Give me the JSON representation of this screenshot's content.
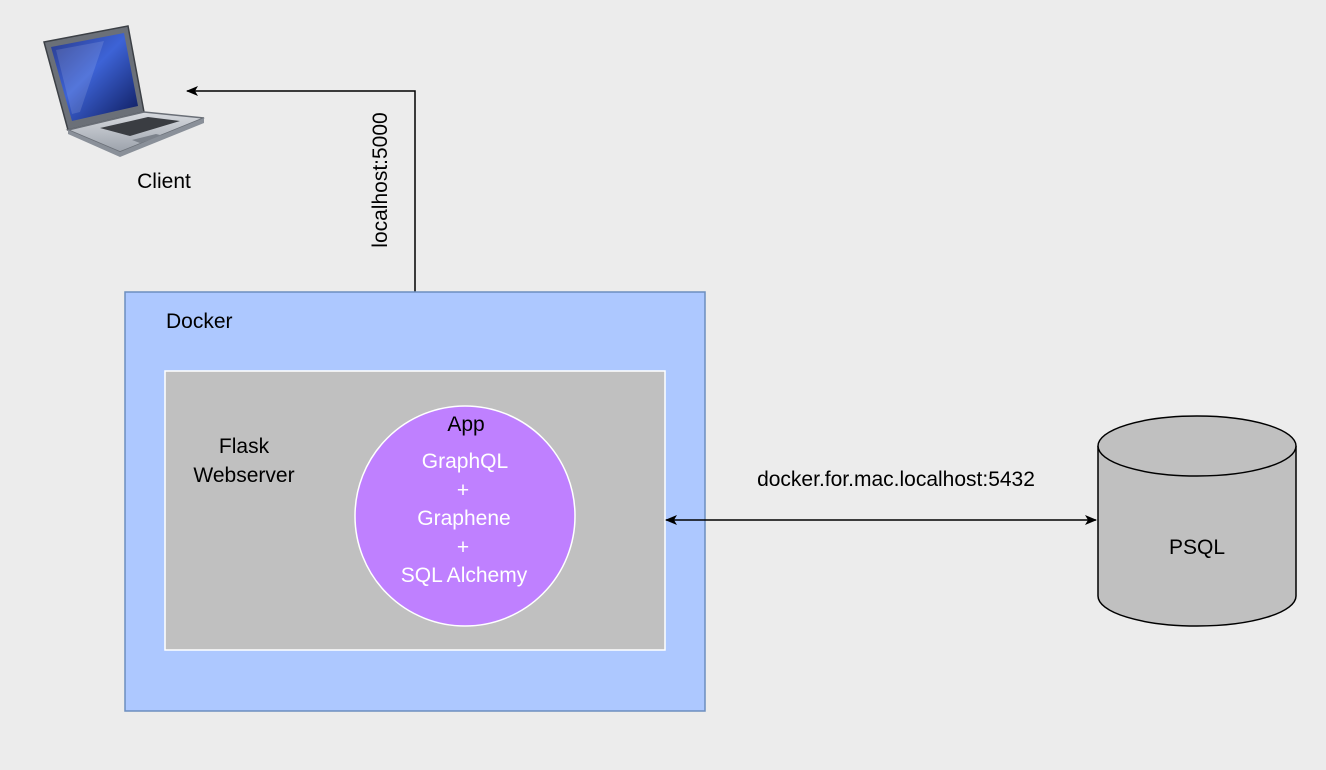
{
  "colors": {
    "background": "#ececec",
    "docker_fill": "#adc8ff",
    "docker_stroke": "#6c8ebf",
    "flask_fill": "#c0c0c0",
    "flask_stroke": "#ffffff",
    "app_fill": "#bf80ff",
    "app_stroke": "#ffffff",
    "psql_fill": "#c0c0c0",
    "psql_stroke": "#000000",
    "edge": "#000000"
  },
  "client": {
    "icon": "laptop-icon",
    "label": "Client"
  },
  "docker": {
    "label": "Docker"
  },
  "flask": {
    "label_line1": "Flask",
    "label_line2": "Webserver"
  },
  "app": {
    "title": "App",
    "line1": "GraphQL",
    "line2": "+",
    "line3": "Graphene",
    "line4": "+",
    "line5": "SQL Alchemy"
  },
  "psql": {
    "icon": "database-cylinder-icon",
    "label": "PSQL"
  },
  "edges": {
    "client_docker_label": "localhost:5000",
    "flask_psql_label": "docker.for.mac.localhost:5432"
  }
}
